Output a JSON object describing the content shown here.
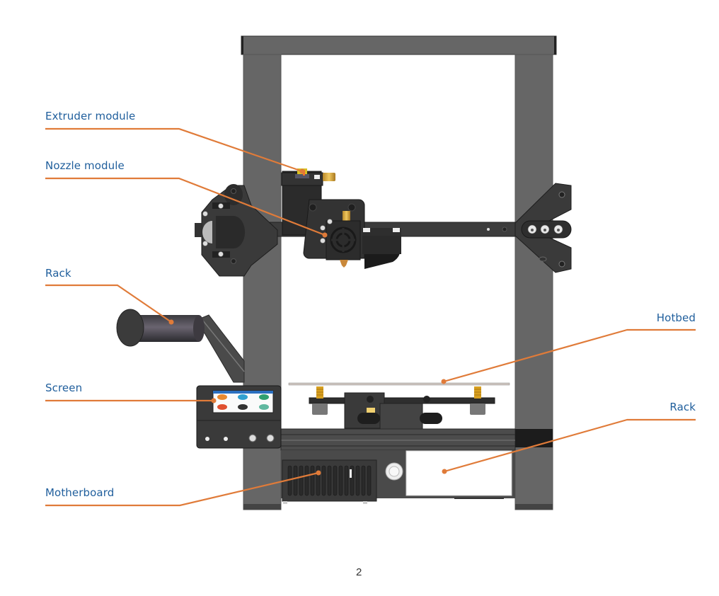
{
  "diagram": {
    "subject": "3D printer front view",
    "accent_color": "#e07b39",
    "label_color": "#1f5e9c",
    "frame_color": "#666666",
    "callouts": [
      {
        "id": "extruder-module",
        "label": "Extruder module",
        "side": "left"
      },
      {
        "id": "nozzle-module",
        "label": "Nozzle module",
        "side": "left"
      },
      {
        "id": "rack-left",
        "label": "Rack",
        "side": "left"
      },
      {
        "id": "screen",
        "label": "Screen",
        "side": "left"
      },
      {
        "id": "motherboard",
        "label": "Motherboard",
        "side": "left"
      },
      {
        "id": "hotbed",
        "label": "Hotbed",
        "side": "right"
      },
      {
        "id": "rack-right",
        "label": "Rack",
        "side": "right"
      }
    ]
  },
  "page": {
    "number": "2"
  }
}
